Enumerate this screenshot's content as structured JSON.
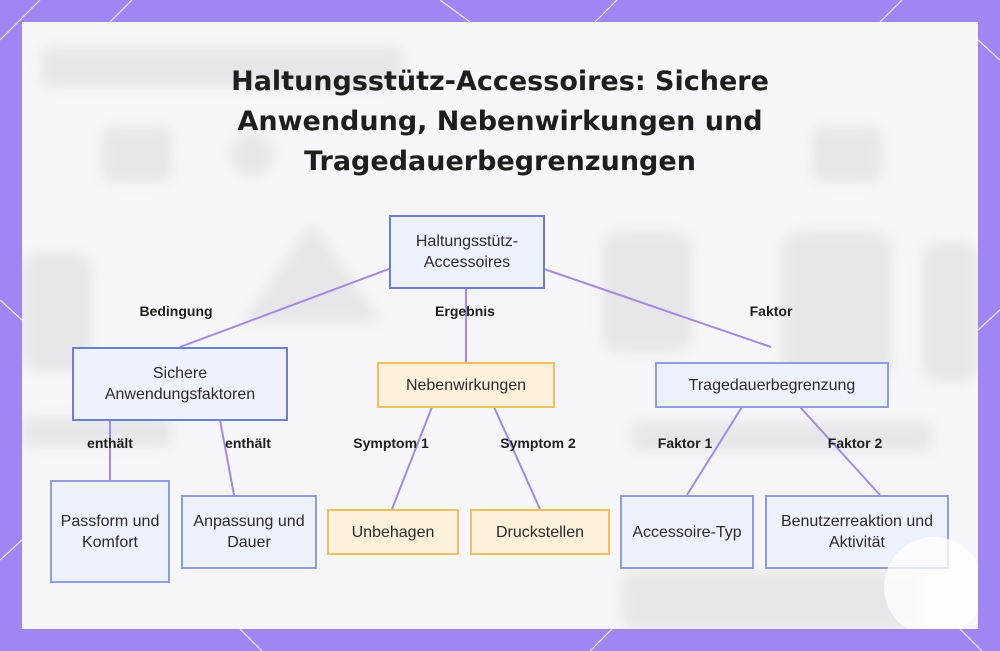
{
  "title": "Haltungsstütz-Accessoires: Sichere Anwendung, Nebenwirkungen und Tragedauerbegrenzungen",
  "colors": {
    "background": "#a086f3",
    "card": "#f7f7fb",
    "edge": "#a08be0",
    "blue_border": "#7b8ed6",
    "blue_fill": "#eef2ff",
    "orange_border": "#f2c062",
    "orange_fill": "#fdf1dc"
  },
  "nodes": {
    "root": "Haltungsstütz-Accessoires",
    "safety": "Sichere Anwendungsfaktoren",
    "side_effects": "Nebenwirkungen",
    "duration": "Tragedauerbegrenzung",
    "fit": "Passform und Komfort",
    "adjust": "Anpassung und Dauer",
    "discomfort": "Unbehagen",
    "pressure": "Druckstellen",
    "type": "Accessoire-Typ",
    "reaction": "Benutzerreaktion und Aktivität"
  },
  "edge_labels": {
    "condition": "Bedingung",
    "result": "Ergebnis",
    "factor": "Faktor",
    "contains_1": "enthält",
    "contains_2": "enthält",
    "symptom_1": "Symptom 1",
    "symptom_2": "Symptom 2",
    "factor_1": "Faktor 1",
    "factor_2": "Faktor 2"
  }
}
